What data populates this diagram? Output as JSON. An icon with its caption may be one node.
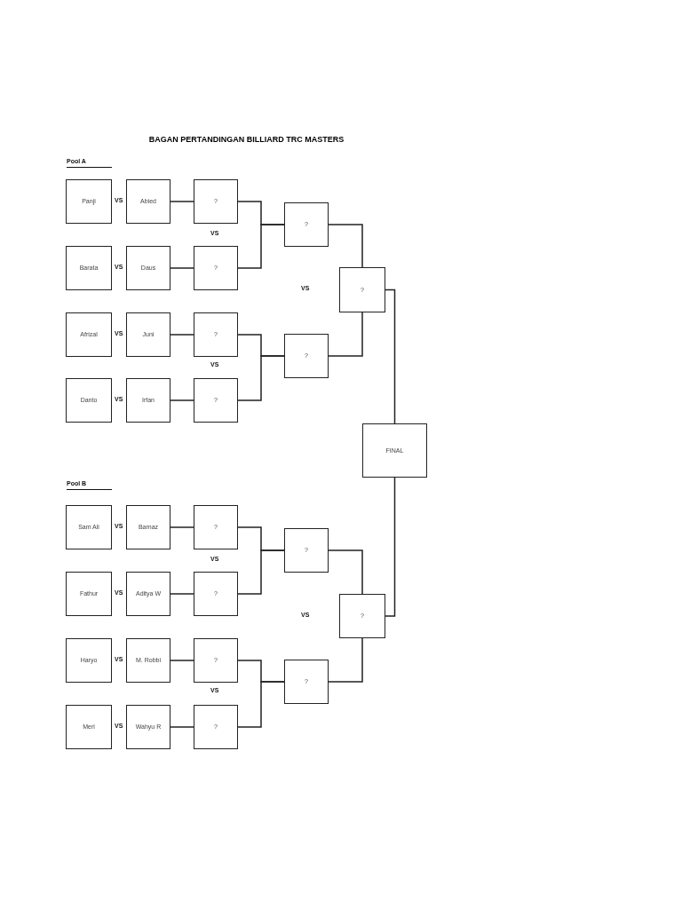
{
  "diagram": {
    "title": "BAGAN PERTANDINGAN BILLIARD TRC MASTERS",
    "nodes": [
      {
        "text": [
          "Panji"
        ]
      },
      {
        "text": [
          "Abied"
        ]
      },
      {
        "text": [
          "?"
        ]
      },
      {
        "text": [
          "Barata"
        ]
      },
      {
        "text": [
          "Daus"
        ]
      },
      {
        "text": [
          "?"
        ]
      },
      {
        "text": [
          "Afrizal"
        ]
      },
      {
        "text": [
          "Juni"
        ]
      },
      {
        "text": [
          "?"
        ]
      },
      {
        "text": [
          "Danto"
        ]
      },
      {
        "text": [
          "Irfan"
        ]
      },
      {
        "text": [
          "?"
        ]
      },
      {
        "text": [
          "?"
        ]
      },
      {
        "text": [
          "?"
        ]
      },
      {
        "text": [
          "?"
        ]
      },
      {
        "text": [
          "FINAL"
        ]
      },
      {
        "text": [
          "Sam Ali"
        ]
      },
      {
        "text": [
          "Barnaz"
        ]
      },
      {
        "text": [
          "?"
        ]
      },
      {
        "text": [
          "Fathur"
        ]
      },
      {
        "text": [
          "Aditya W"
        ]
      },
      {
        "text": [
          "?"
        ]
      },
      {
        "text": [
          "Haryo"
        ]
      },
      {
        "text": [
          "M. Robbi"
        ]
      },
      {
        "text": [
          "?"
        ]
      },
      {
        "text": [
          "Meri"
        ]
      },
      {
        "text": [
          "Wahyu R"
        ]
      },
      {
        "text": [
          "?"
        ]
      },
      {
        "text": [
          "?"
        ]
      },
      {
        "text": [
          "?"
        ]
      },
      {
        "text": [
          "?"
        ]
      }
    ],
    "edges": [
      {
        "from": 1,
        "to": 2,
        "arrow": "none"
      },
      {
        "from": 4,
        "to": 5,
        "arrow": "none"
      },
      {
        "from": 7,
        "to": 8,
        "arrow": "none"
      },
      {
        "from": 10,
        "to": 11,
        "arrow": "none"
      },
      {
        "from": 2,
        "to": 12,
        "arrow": "none"
      },
      {
        "from": 5,
        "to": 12,
        "arrow": "none"
      },
      {
        "from": 8,
        "to": 13,
        "arrow": "none"
      },
      {
        "from": 11,
        "to": 13,
        "arrow": "none"
      },
      {
        "from": 12,
        "to": 14,
        "arrow": "none"
      },
      {
        "from": 13,
        "to": 14,
        "arrow": "none"
      },
      {
        "from": 14,
        "to": 15,
        "arrow": "none"
      },
      {
        "from": 17,
        "to": 18,
        "arrow": "none"
      },
      {
        "from": 20,
        "to": 21,
        "arrow": "none"
      },
      {
        "from": 23,
        "to": 24,
        "arrow": "none"
      },
      {
        "from": 26,
        "to": 27,
        "arrow": "none"
      },
      {
        "from": 18,
        "to": 28,
        "arrow": "none"
      },
      {
        "from": 21,
        "to": 28,
        "arrow": "none"
      },
      {
        "from": 24,
        "to": 29,
        "arrow": "none"
      },
      {
        "from": 27,
        "to": 29,
        "arrow": "none"
      },
      {
        "from": 28,
        "to": 30,
        "arrow": "none"
      },
      {
        "from": 29,
        "to": 30,
        "arrow": "none"
      },
      {
        "from": 30,
        "to": 15,
        "arrow": "none"
      }
    ],
    "labels": [
      "Pool A",
      "VS",
      "VS",
      "VS",
      "VS",
      "VS",
      "VS",
      "VS",
      "Pool B",
      "VS",
      "VS",
      "VS",
      "VS",
      "VS",
      "VS",
      "VS"
    ]
  }
}
